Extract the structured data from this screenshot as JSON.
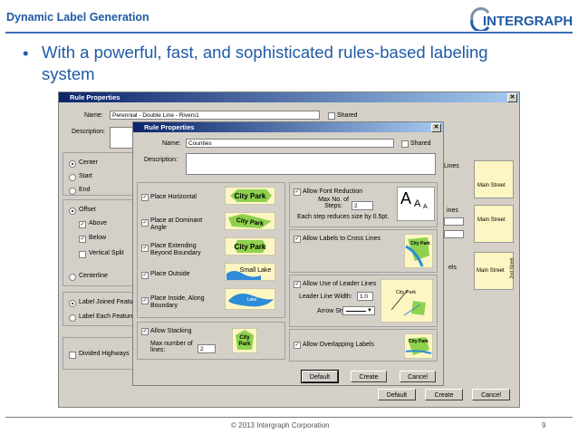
{
  "slide": {
    "title": "Dynamic Label Generation",
    "logo_text": "INTERGRAPH",
    "bullet": "•",
    "bullet_text": "With a powerful, fast, and sophisticated rules-based labeling system",
    "copyright": "© 2013 Intergraph Corporation",
    "page_number": "9"
  },
  "back_dialog": {
    "title": "Rule Properties",
    "name_label": "Name:",
    "name_value": "Perennial - Double Line - Rivers1",
    "shared_label": "Shared",
    "description_label": "Description:",
    "position_options": [
      "Center",
      "Start",
      "End"
    ],
    "offset_label": "Offset",
    "offset_options": [
      "Above",
      "Below",
      "Vertical Split"
    ],
    "centerline_label": "Centerline",
    "join_options": [
      "Label Joined Featu",
      "Label Each Feature"
    ],
    "divided_label": "Divided Highways",
    "right_labels": [
      "Lines",
      "ines",
      "els"
    ],
    "preview_text": [
      "Main Street",
      "Main Street",
      "Main Street",
      "2nd Street"
    ],
    "buttons": {
      "default": "Default",
      "create": "Create",
      "cancel": "Cancel"
    }
  },
  "front_dialog": {
    "title": "Rule Properties",
    "name_label": "Name:",
    "name_value": "Counties",
    "shared_label": "Shared",
    "description_label": "Description:",
    "left_options": [
      {
        "label": "Place Horizontal",
        "preview": "City Park"
      },
      {
        "label": "Place at Dominant Angle",
        "preview": "City Park"
      },
      {
        "label": "Place Extending Beyond Boundary",
        "preview": "City Park"
      },
      {
        "label": "Place Outside",
        "preview": "Small Lake"
      },
      {
        "label": "Place Inside, Along Boundary",
        "preview": "Lake"
      }
    ],
    "stacking_label": "Allow Stacking",
    "max_lines_label": "Max number of lines:",
    "max_lines_value": "2",
    "stack_preview": [
      "City",
      "Park"
    ],
    "font_reduction_label": "Allow Font Reduction",
    "max_steps_label": "Max No. of Steps:",
    "max_steps_value": "2",
    "step_note": "Each step reduces size by 0.5pt.",
    "font_sample": "A",
    "cross_lines_label": "Allow Labels to Cross Lines",
    "cross_preview": "City Park",
    "leader_label": "Allow Use of Leader Lines",
    "leader_width_label": "Leader Line Width:",
    "leader_width_value": "1.0",
    "arrow_label": "Arrow Style:",
    "leader_preview": "City Park",
    "overlap_label": "Allow Overlapping Labels",
    "overlap_preview": "City Park",
    "buttons": {
      "default": "Default",
      "create": "Create",
      "cancel": "Cancel"
    }
  },
  "colors": {
    "accent": "#1f5aa5",
    "preview_fill": "#fdf6c2",
    "park_green": "#8fd14f",
    "lake_blue": "#2e8bd8"
  }
}
